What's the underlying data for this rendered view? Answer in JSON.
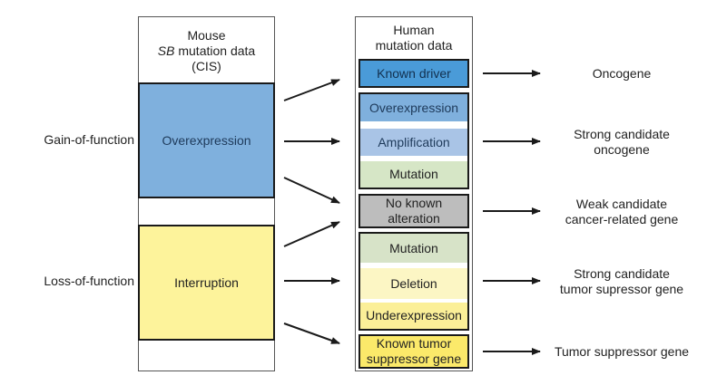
{
  "mouse": {
    "header": [
      "Mouse",
      "SB mutation data",
      "(CIS)"
    ],
    "header_italic_prefix": "SB",
    "header_line2_rest": " mutation data",
    "gain_box": "Overexpression",
    "loss_box": "Interruption"
  },
  "side_labels": {
    "gain": "Gain-of-function",
    "loss": "Loss-of-function"
  },
  "human": {
    "header_line1": "Human",
    "header_line2": "mutation data",
    "known_driver": "Known driver",
    "gain_group": [
      "Overexpression",
      "Amplification",
      "Mutation"
    ],
    "no_known_line1": "No known",
    "no_known_line2": "alteration",
    "loss_group": [
      "Mutation",
      "Deletion",
      "Underexpression"
    ],
    "tsg_line1": "Known tumor",
    "tsg_line2": "suppressor gene"
  },
  "outcomes": {
    "oncogene": "Oncogene",
    "strong_onco_1": "Strong candidate",
    "strong_onco_2": "oncogene",
    "weak_1": "Weak candidate",
    "weak_2": "cancer-related gene",
    "strong_tsg_1": "Strong candidate",
    "strong_tsg_2": "tumor supressor gene",
    "tsg": "Tumor suppressor gene"
  },
  "colors": {
    "mouse_gain": "#7fb0dd",
    "mouse_loss": "#fdf39b",
    "known_driver": "#4a9bd8",
    "overexpression": "#7fb0dd",
    "amplification": "#a9c4e6",
    "mutation_gain": "#d6e6c6",
    "no_known": "#bdbdbd",
    "mutation_loss": "#d7e3c8",
    "deletion": "#fcf6c4",
    "underexpression": "#fbef98",
    "known_tsg": "#fbe96a"
  }
}
